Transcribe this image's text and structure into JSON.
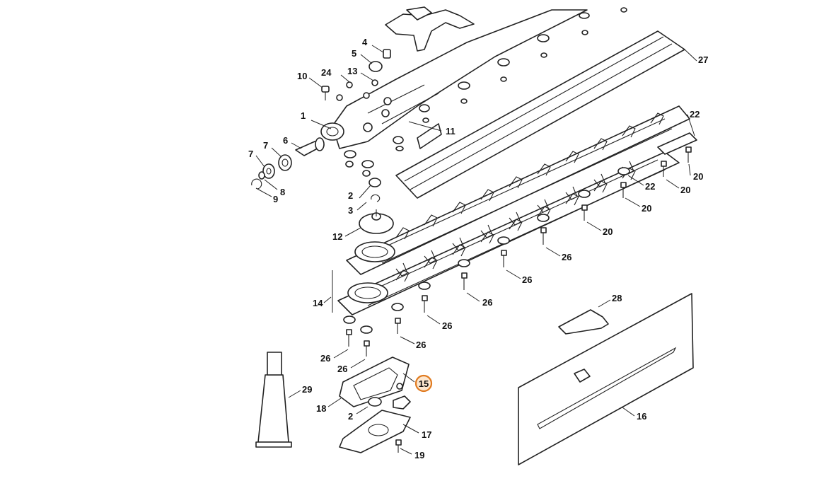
{
  "diagram": {
    "highlight_color": "#e07a1f",
    "highlighted_part": "15",
    "callouts": [
      {
        "id": "c1",
        "label": "1"
      },
      {
        "id": "c2a",
        "label": "2"
      },
      {
        "id": "c2b",
        "label": "2"
      },
      {
        "id": "c3",
        "label": "3"
      },
      {
        "id": "c4",
        "label": "4"
      },
      {
        "id": "c5",
        "label": "5"
      },
      {
        "id": "c6",
        "label": "6"
      },
      {
        "id": "c7a",
        "label": "7"
      },
      {
        "id": "c7b",
        "label": "7"
      },
      {
        "id": "c8",
        "label": "8"
      },
      {
        "id": "c9",
        "label": "9"
      },
      {
        "id": "c10",
        "label": "10"
      },
      {
        "id": "c11",
        "label": "11"
      },
      {
        "id": "c12",
        "label": "12"
      },
      {
        "id": "c13",
        "label": "13"
      },
      {
        "id": "c14",
        "label": "14"
      },
      {
        "id": "c15",
        "label": "15"
      },
      {
        "id": "c16",
        "label": "16"
      },
      {
        "id": "c17",
        "label": "17"
      },
      {
        "id": "c18",
        "label": "18"
      },
      {
        "id": "c19",
        "label": "19"
      },
      {
        "id": "c20a",
        "label": "20"
      },
      {
        "id": "c20b",
        "label": "20"
      },
      {
        "id": "c20c",
        "label": "20"
      },
      {
        "id": "c20d",
        "label": "20"
      },
      {
        "id": "c22a",
        "label": "22"
      },
      {
        "id": "c22b",
        "label": "22"
      },
      {
        "id": "c24",
        "label": "24"
      },
      {
        "id": "c26a",
        "label": "26"
      },
      {
        "id": "c26b",
        "label": "26"
      },
      {
        "id": "c26c",
        "label": "26"
      },
      {
        "id": "c26d",
        "label": "26"
      },
      {
        "id": "c26e",
        "label": "26"
      },
      {
        "id": "c26f",
        "label": "26"
      },
      {
        "id": "c27",
        "label": "27"
      },
      {
        "id": "c28",
        "label": "28"
      },
      {
        "id": "c29",
        "label": "29"
      }
    ]
  }
}
